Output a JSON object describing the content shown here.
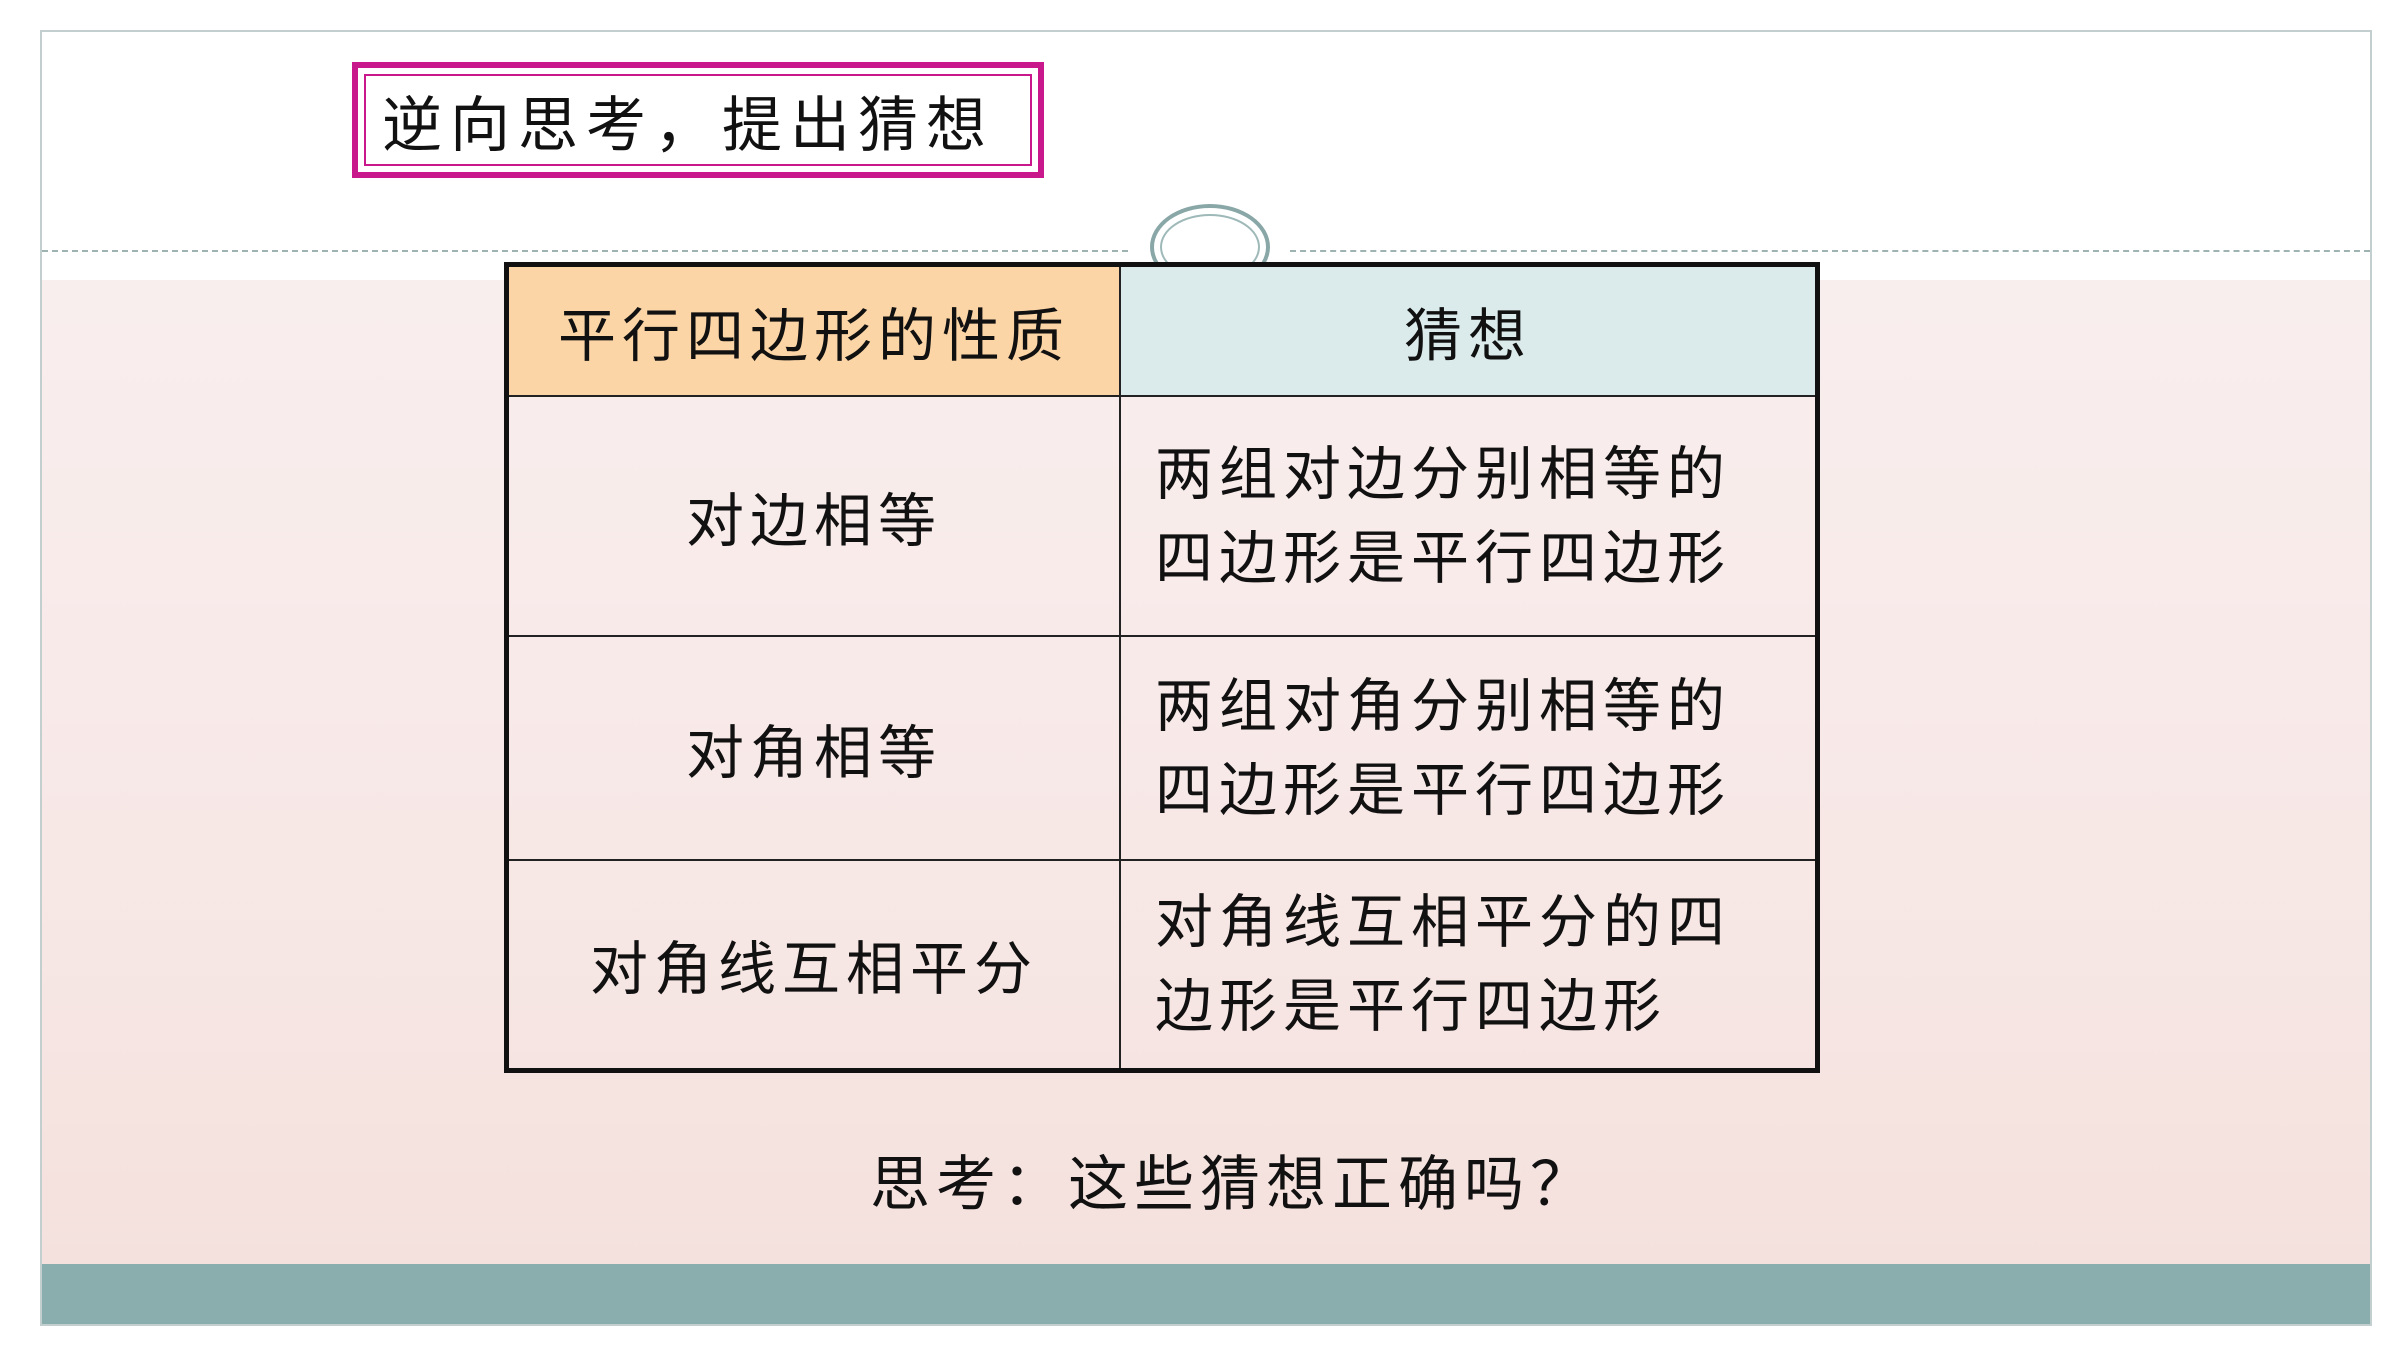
{
  "title": "逆向思考，提出猜想",
  "table": {
    "headers": [
      "平行四边形的性质",
      "猜想"
    ],
    "rows": [
      {
        "property": "对边相等",
        "conjecture": [
          "两组对边分别相等的",
          "四边形是平行四边形"
        ]
      },
      {
        "property": "对角相等",
        "conjecture": [
          "两组对角分别相等的",
          "四边形是平行四边形"
        ]
      },
      {
        "property": "对角线互相平分",
        "conjecture": [
          "对角线互相平分的四",
          "边形是平行四边形"
        ]
      }
    ]
  },
  "question": "思考：这些猜想正确吗？",
  "colors": {
    "title_border": "#c8188c",
    "header_left_bg": "#fcd5a6",
    "header_right_bg": "#dbebeb",
    "conjecture_text": "#1a1ad8",
    "footer_bar": "#8aadad"
  }
}
